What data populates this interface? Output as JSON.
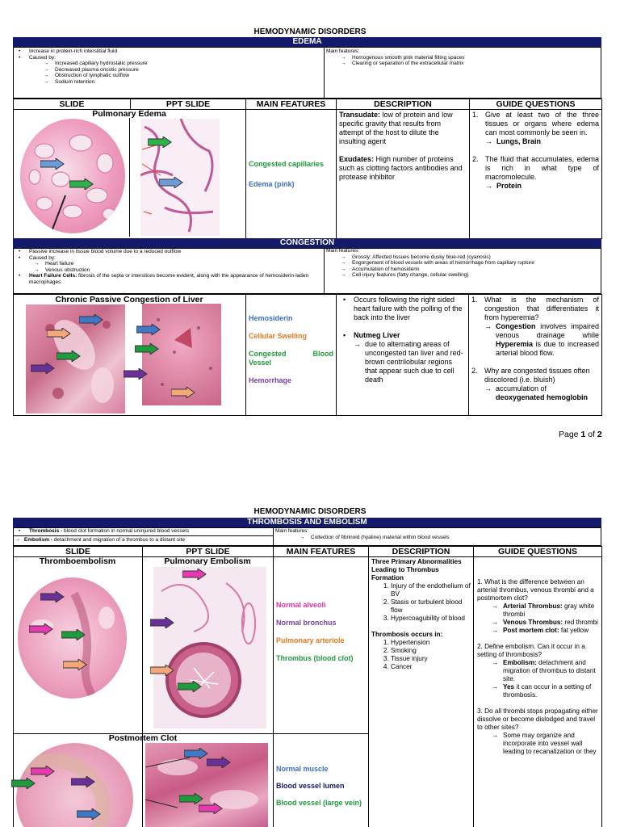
{
  "page1": {
    "doc_title": "HEMODYNAMIC DISORDERS",
    "edema": {
      "bar": "EDEMA",
      "left_bullets": [
        "Increase in protein-rich interstitial fluid",
        "Caused by:"
      ],
      "causes": [
        "Increased capillary hydrostatic pressure",
        "Decreased plasma oncotic pressure",
        "Obstruction of lymphatic outflow",
        "Sodium retention"
      ],
      "right_head": "Main features:",
      "features": [
        "Homogenous smooth pink material filling spaces",
        "Clearing or separation of the extracellular matrix"
      ],
      "headers": {
        "slide": "SLIDE",
        "ppt": "PPT SLIDE",
        "main": "MAIN FEATURES",
        "desc": "DESCRIPTION",
        "guide": "GUIDE QUESTIONS"
      },
      "slide_title": "Pulmonary Edema",
      "main_features": [
        {
          "text": "Congested capillaries",
          "color": "#1f9a3c"
        },
        {
          "text": "Edema (pink)",
          "color": "#3b6fc0"
        }
      ],
      "desc": {
        "p1_bold": "Transudate:",
        "p1": " low of protein and low specific gravity that results from attempt of the host to dilute the insulting agent",
        "p2_bold": "Exudates:",
        "p2": " High number of proteins such as clotting factors antibodies and protease inhibitor"
      },
      "guide": {
        "q1": "Give at least two of the three tissues or organs where edema can most commonly be seen in.",
        "a1": "Lungs, Brain",
        "q2": "The fluid that accumulates, edema is rich in what type of macromolecule.",
        "a2": "Protein"
      }
    },
    "congestion": {
      "bar": "CONGESTION",
      "left_bullets": [
        "Passive increase in tissue blood volume due to a reduced outflow",
        "Caused by:"
      ],
      "causes": [
        "Heart failure",
        "Venous obstruction"
      ],
      "hf_bold": "Heart Failure Cells:",
      "hf_text": " fibrosis of the septa or interstices become evident, along with the appearance of hemosiderin-laden macrophages",
      "right_head": "Main features:",
      "features": [
        "Grossly: Affected tissues become dusky blue-red (cyanosis)",
        "Engorgement of blood vessels with areas of hemorrhage from capillary rupture",
        "Accumulation of hemosiderin",
        "Cell injury features (fatty change, cellular swelling)"
      ],
      "slide_title": "Chronic Passive Congestion of Liver",
      "main_features": [
        {
          "text": "Hemosiderin",
          "color": "#3b6fc0"
        },
        {
          "text": "Cellular Swelling",
          "color": "#e07a1f"
        },
        {
          "text": "Congested Blood Vessel",
          "color": "#1f9a3c"
        },
        {
          "text": "Hemorrhage",
          "color": "#7a3fa3"
        }
      ],
      "desc1": "Occurs following the right sided heart failure with the polling of the back into the liver",
      "desc2_bold": "Nutmeg Liver",
      "desc2_sub": "due to alternating areas of uncongested tan liver and red-brown centrilobular regions that appear such due to cell death",
      "guide": {
        "q1": "What is the mechanism of congestion that differentiates it from hyperemia?",
        "a1_bold": "Congestion",
        "a1": " involves impaired venous drainage while ",
        "a1_bold2": "Hyperemia",
        "a1b": " is due to increased arterial blood flow.",
        "q2": "Why are congested tissues often discolored (i.e. bluish)",
        "a2": "accumulation of",
        "a2_bold": "deoxygenated hemoglobin"
      }
    },
    "page_label": "Page ",
    "page_num": "1",
    "page_of": " of ",
    "page_total": "2"
  },
  "page2": {
    "doc_title": "HEMODYNAMIC DISORDERS",
    "bar": "THROMBOSIS AND EMBOLISM",
    "left1_bold": "Thrombosis -",
    "left1": " blood clot formation in normal uninjured blood vessels",
    "left2_bold": "Embolism -",
    "left2": " detachment and migration of a thrombus to a distant site",
    "right_head": "Main features:",
    "features": [
      "Collection of fibrinoid (hyaline) material within blood vessels"
    ],
    "headers": {
      "slide": "SLIDE",
      "ppt": "PPT SLIDE",
      "main": "MAIN FEATURES",
      "desc": "DESCRIPTION",
      "guide": "GUIDE QUESTIONS"
    },
    "slide1_title": "Thromboembolism",
    "ppt1_title": "Pulmonary Embolism",
    "main_features1": [
      {
        "text": "Normal alveoli",
        "color": "#e0319f"
      },
      {
        "text": "Normal bronchus",
        "color": "#7a3fa3"
      },
      {
        "text": "Pulmonary arteriole",
        "color": "#e07a1f"
      },
      {
        "text": "Thrombus (blood clot)",
        "color": "#1f9a3c"
      }
    ],
    "desc_title": "Three Primary Abnormalities Leading to Thrombus Formation",
    "desc_list": [
      "Injury of the endothelium of BV",
      "Stasis or turbulent blood flow",
      "Hypercoagubility of blood"
    ],
    "desc_title2": "Thrombosis occurs in:",
    "desc_list2": [
      "Hypertension",
      "Smoking",
      "Tissue injury",
      "Cancer"
    ],
    "guide": {
      "q1": "1. What is the difference between an arterial thrombus, venous thrombi and a postmortem clot?",
      "a1_b": "Arterial Thrombus:",
      "a1": " gray white thrombi",
      "a2_b": "Venous Thrombus:",
      "a2": " red thrombi",
      "a3_b": "Post mortem clot:",
      "a3": " fat yellow",
      "q2": "2. Define embolism. Can it occur in a setting of thrombosis?",
      "a4_b": "Embolism:",
      "a4": " detachment and migration of thrombus to distant site.",
      "a5_b": "Yes",
      "a5": " it can occur in a setting of thrombosis.",
      "q3": "3. Do all thrombi stops propagating either dissolve or become dislodged and travel to other sites?",
      "a6": "Some may organize and incorporate into vessel wall leading to recanalization or they"
    },
    "slide2_title": "Postmortem Clot",
    "main_features2": [
      {
        "text": "Normal muscle",
        "color": "#3b6fc0"
      },
      {
        "text": "Blood vessel lumen",
        "color": "#131a6b"
      },
      {
        "text": "Blood vessel (large vein)",
        "color": "#1f9a3c"
      }
    ]
  },
  "colors": {
    "bar": "#131a6b",
    "green": "#1f9a3c",
    "blue": "#3b6fc0",
    "orange": "#e07a1f",
    "purple": "#7a3fa3",
    "pink": "#e0319f"
  }
}
